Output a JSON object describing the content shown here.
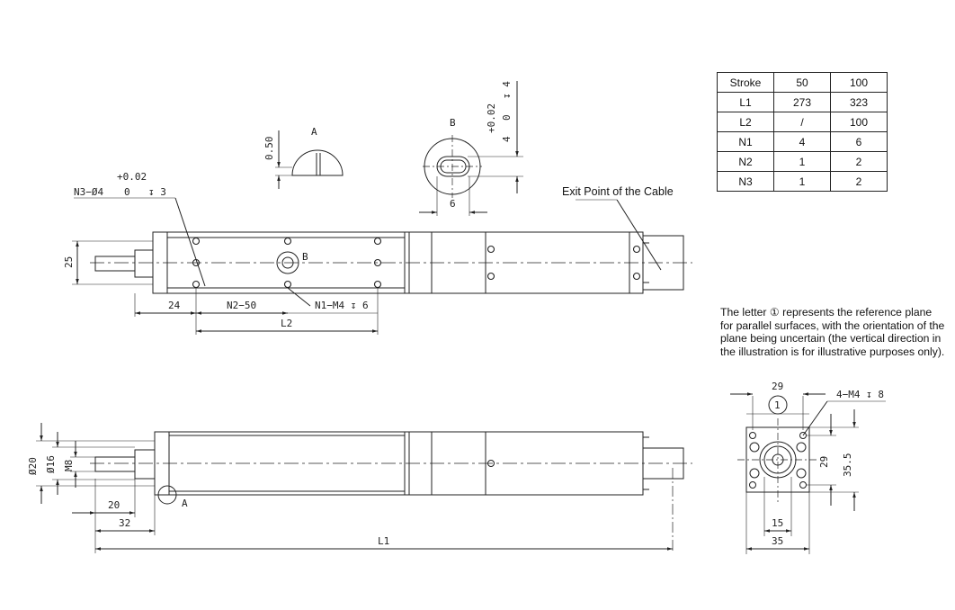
{
  "table": {
    "header": [
      "Stroke",
      "50",
      "100"
    ],
    "rows": [
      [
        "L1",
        "273",
        "323"
      ],
      [
        "L2",
        "/",
        "100"
      ],
      [
        "N1",
        "4",
        "6"
      ],
      [
        "N2",
        "1",
        "2"
      ],
      [
        "N3",
        "1",
        "2"
      ]
    ]
  },
  "labels": {
    "exit_point": "Exit Point of the Cable",
    "note": "The letter ① represents the reference plane for parallel surfaces, with the orientation of the plane being uncertain (the vertical direction in the illustration is for illustrative purposes only).",
    "view_a": "A",
    "view_b": "B",
    "b_marker": "B",
    "a_marker": "A"
  },
  "dimensions": {
    "d050": "0.50",
    "tol_b": "+0.02",
    "tol_b_4": "4",
    "tol_b_0": "0",
    "tol_b_depth": "↧ 4",
    "b_width": "6",
    "tol_n3": "+0.02",
    "n3_label": "N3−Ø4",
    "n3_zero": "0",
    "n3_depth": "↧ 3",
    "h25": "25",
    "d24": "24",
    "n2_50": "N2−50",
    "n1_m4": "N1−M4 ↧ 6",
    "l2": "L2",
    "d20": "Ø20",
    "d16": "Ø16",
    "m8": "M8",
    "w20": "20",
    "w32": "32",
    "l1": "L1",
    "e29_top": "29",
    "e_ref": "1",
    "e_m4": "4−M4 ↧ 8",
    "e29_side": "29",
    "e35_5": "35.5",
    "e15": "15",
    "e35": "35"
  },
  "table_cols": 3
}
